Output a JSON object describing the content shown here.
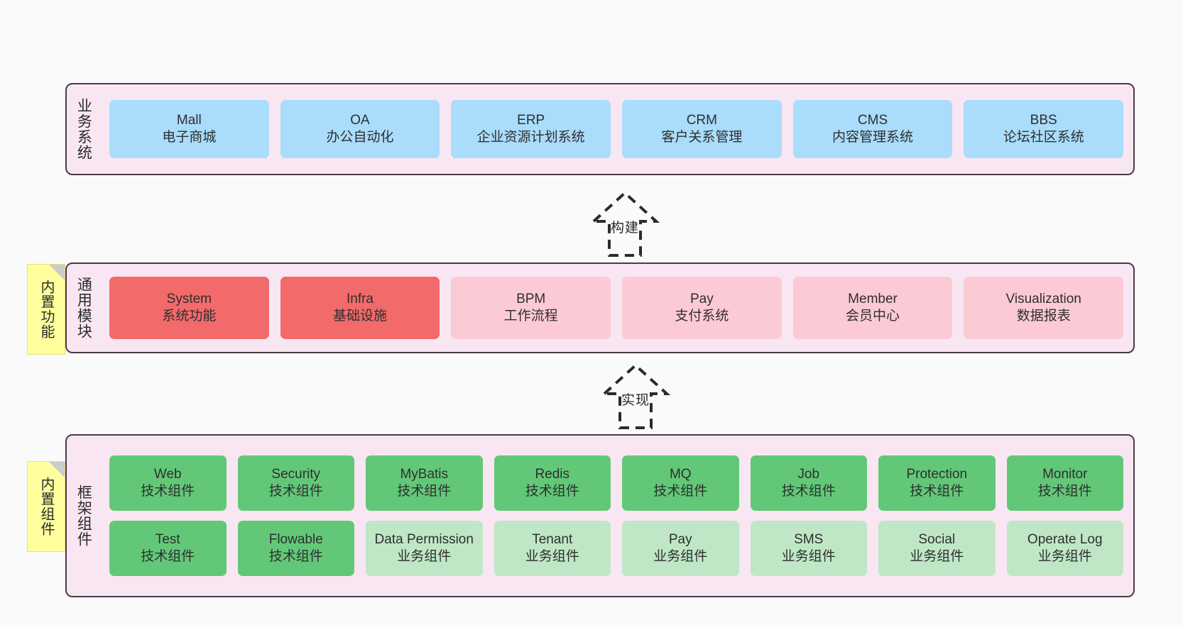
{
  "diagram": {
    "background": "#fafafa",
    "layer_fill": "#f8e7f3",
    "layer_border": "#4b3a46",
    "sticky_fill": "#ffff9e"
  },
  "layers": [
    {
      "id": "business",
      "title": "业务系统",
      "card_color": "#aadcfb",
      "cards": [
        {
          "title": "Mall",
          "subtitle": "电子商城"
        },
        {
          "title": "OA",
          "subtitle": "办公自动化"
        },
        {
          "title": "ERP",
          "subtitle": "企业资源计划系统"
        },
        {
          "title": "CRM",
          "subtitle": "客户关系管理"
        },
        {
          "title": "CMS",
          "subtitle": "内容管理系统"
        },
        {
          "title": "BBS",
          "subtitle": "论坛社区系统"
        }
      ]
    },
    {
      "id": "modules",
      "title": "通用模块",
      "sticky": "内置功能",
      "card_color_strong": "#f26a6a",
      "card_color_soft": "#fccad4",
      "cards": [
        {
          "title": "System",
          "subtitle": "系统功能",
          "variant": "red"
        },
        {
          "title": "Infra",
          "subtitle": "基础设施",
          "variant": "red"
        },
        {
          "title": "BPM",
          "subtitle": "工作流程",
          "variant": "pink"
        },
        {
          "title": "Pay",
          "subtitle": "支付系统",
          "variant": "pink"
        },
        {
          "title": "Member",
          "subtitle": "会员中心",
          "variant": "pink"
        },
        {
          "title": "Visualization",
          "subtitle": "数据报表",
          "variant": "pink"
        }
      ]
    },
    {
      "id": "framework",
      "title": "框架组件",
      "sticky": "内置组件",
      "card_color_strong": "#62c878",
      "card_color_soft": "#bfe7c6",
      "row1": [
        {
          "title": "Web",
          "subtitle": "技术组件"
        },
        {
          "title": "Security",
          "subtitle": "技术组件"
        },
        {
          "title": "MyBatis",
          "subtitle": "技术组件"
        },
        {
          "title": "Redis",
          "subtitle": "技术组件"
        },
        {
          "title": "MQ",
          "subtitle": "技术组件"
        },
        {
          "title": "Job",
          "subtitle": "技术组件"
        },
        {
          "title": "Protection",
          "subtitle": "技术组件"
        },
        {
          "title": "Monitor",
          "subtitle": "技术组件"
        }
      ],
      "row2": [
        {
          "title": "Test",
          "subtitle": "技术组件",
          "variant": "green"
        },
        {
          "title": "Flowable",
          "subtitle": "技术组件",
          "variant": "green"
        },
        {
          "title": "Data Permission",
          "subtitle": "业务组件",
          "variant": "lgreen"
        },
        {
          "title": "Tenant",
          "subtitle": "业务组件",
          "variant": "lgreen"
        },
        {
          "title": "Pay",
          "subtitle": "业务组件",
          "variant": "lgreen"
        },
        {
          "title": "SMS",
          "subtitle": "业务组件",
          "variant": "lgreen"
        },
        {
          "title": "Social",
          "subtitle": "业务组件",
          "variant": "lgreen"
        },
        {
          "title": "Operate Log",
          "subtitle": "业务组件",
          "variant": "lgreen"
        }
      ]
    }
  ],
  "connectors": [
    {
      "id": "build",
      "label": "构建",
      "style": "dashed-hollow-arrow-up"
    },
    {
      "id": "implement",
      "label": "实现",
      "style": "dashed-hollow-arrow-up"
    }
  ]
}
